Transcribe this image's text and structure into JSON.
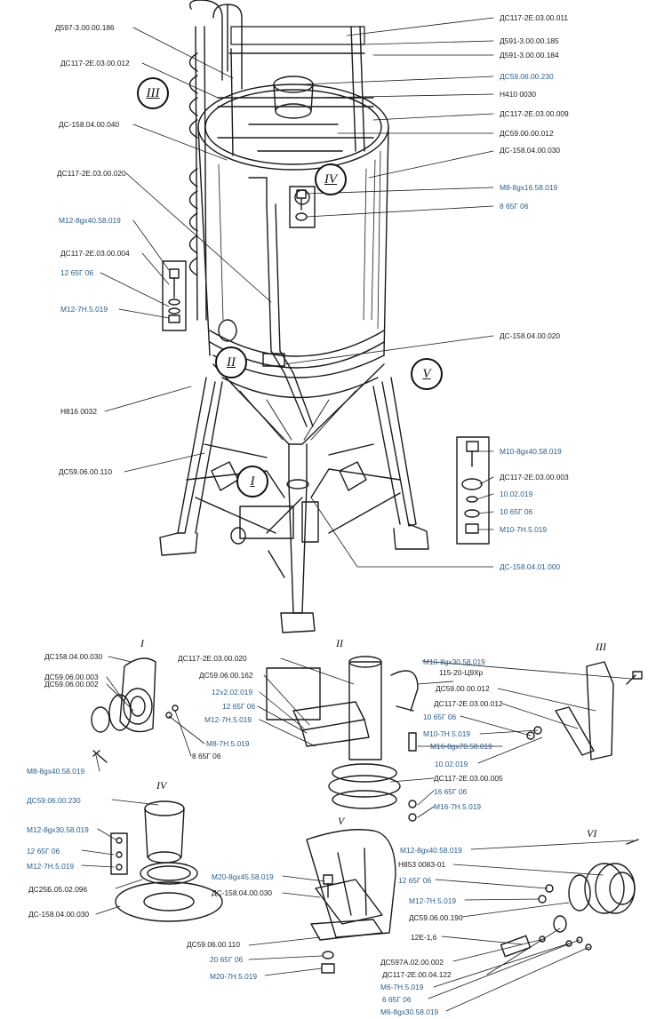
{
  "colors": {
    "black": "#1a1a1a",
    "blue": "#2a5d8a"
  },
  "labels": {
    "l_d597": "Д597-3.00.00.186",
    "l_ds117_012_top": "ДС117-2Е.03.00.012",
    "l_ds158_040": "ДС-158.04.00.040",
    "l_ds117_020": "ДС117-2Е.03.00.020",
    "l_m12_40_top": "М12-8gх40.58.019",
    "l_ds117_004": "ДС117-2Е.03.00.004",
    "l_12_65g_top": "12 65Г 06",
    "l_m12_7h_top": "М12-7Н.5.019",
    "l_n816": "Н816 0032",
    "l_ds59_110_top": "ДС59.06.00.110",
    "r_ds117_011": "ДС117-2Е.03.00.011",
    "r_d591_185": "Д591-3.00.00.185",
    "r_d591_184": "Д591-3.00.00.184",
    "r_ds59_230": "ДС59.06.00.230",
    "r_n410": "Н410 0030",
    "r_ds117_009": "ДС117-2Е.03.00.009",
    "r_ds59_012": "ДС59.00.00.012",
    "r_ds158_030": "ДС-158.04.00.030",
    "r_m8_16": "М8-8gх16.58.019",
    "r_8_65g": "8 65Г 06",
    "r_ds158_020": "ДС-158.04.00.020",
    "r_m10_40": "М10-8gх40.58.019",
    "r_ds117_003": "ДС117-2Е.03.00.003",
    "r_10_02": "10.02.019",
    "r_10_65g": "10 65Г 06",
    "r_m10_7h": "М10-7Н.5.019",
    "r_ds158_01": "ДС-158.04.01.000",
    "i_ds158_030": "ДС158.04.00.030",
    "i_ds59_003": "ДС59.06.00.003",
    "i_ds59_002": "ДС59.06.00.002",
    "i_m8_7h": "М8-7Н.5.019",
    "i_8_65g": "8 65Г 06",
    "i_m8_58": "М8-8gх40.58.019",
    "ii_ds117_020": "ДС117-2Е.03.00.020",
    "ii_ds59_162": "ДС59.06.00.162",
    "ii_12x2": "12х2.02.019",
    "ii_12_65g": "12 65Г 06",
    "ii_m12_7h": "М12-7Н.5.019",
    "ii_m10_30": "М10-8gх30.58.019",
    "ii_115": "115-20-Ц9Хр",
    "ii_ds59_012": "ДС59.00.00.012",
    "ii_ds117_012": "ДС117-2Е.03.00.012",
    "ii_10_65g": "10 65Г 06",
    "ii_m10_7h": "М10-7Н.5.019",
    "ii_m16_70": "М16-8gх70.58.019",
    "ii_10_02": "10.02.019",
    "ii_ds117_005": "ДС117-2Е.03.00.005",
    "ii_16_65g": "16 65Г 06",
    "ii_m16_7h": "М16-7Н.5.019",
    "iv_ds59_230": "ДС59.06.00.230",
    "iv_m12_30": "М12-8gх30.58.019",
    "iv_12_65g": "12 65Г 06",
    "iv_m12_7h": "М12-7Н.5.019",
    "iv_ds25b": "ДС25Б.05.02.096",
    "iv_ds158_030": "ДС-158.04.00.030",
    "v_m20_45": "М20-8gх45.58.019",
    "v_ds158_030": "ДС-158.04.00.030",
    "v_ds59_110": "ДС59.06.00.110",
    "v_20_65g": "20 65Г 06",
    "v_m20_7h": "М20-7Н.5.019",
    "vi_m12_40": "М12-8gх40.58.019",
    "vi_n853": "Н853 0083-01",
    "vi_12_65g": "12 65Г 06",
    "vi_m12_7h": "М12-7Н.5.019",
    "vi_ds59_190": "ДС59.06.00.190",
    "vi_12e": "12Е-1,6",
    "vi_ds597": "ДС597А.02.00.002",
    "vi_ds117_122": "ДС117-2Е.00.04.122",
    "vi_m6_7h": "М6-7Н.5.019",
    "vi_6_65g": "6 65Г 06",
    "vi_m6_30": "М6-8gх30.58.019"
  },
  "callouts": {
    "c1": "I",
    "c2": "II",
    "c3": "III",
    "c4": "IV",
    "c5": "V"
  },
  "detail_titles": {
    "d1": "I",
    "d2": "II",
    "d3": "III",
    "d4": "IV",
    "d5": "V",
    "d6": "VI"
  }
}
